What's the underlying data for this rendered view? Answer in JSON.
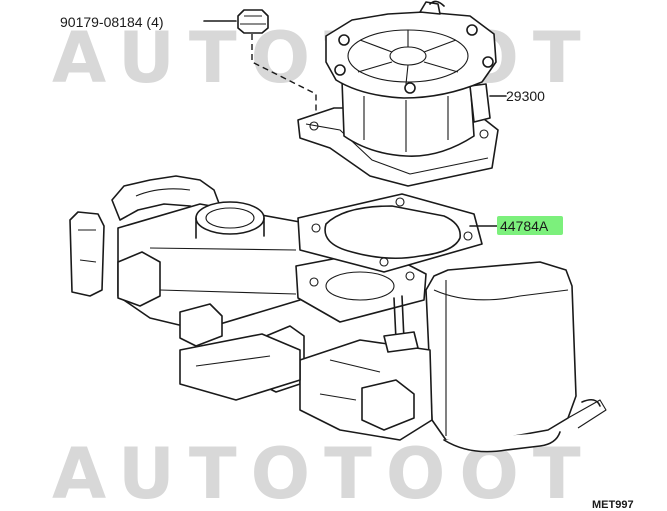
{
  "watermark": "AUTOTOOT",
  "callouts": {
    "bolt": "90179-08184 (4)",
    "pump": "29300",
    "gasket": "44784A"
  },
  "diagram_code": "MET997",
  "colors": {
    "highlight": "#7cf07c",
    "line": "#1a1a1a",
    "watermark": "#d8d8d8"
  },
  "icons": [
    "bolt-icon",
    "vacuum-pump-icon",
    "gasket-icon",
    "intake-manifold-icon"
  ]
}
